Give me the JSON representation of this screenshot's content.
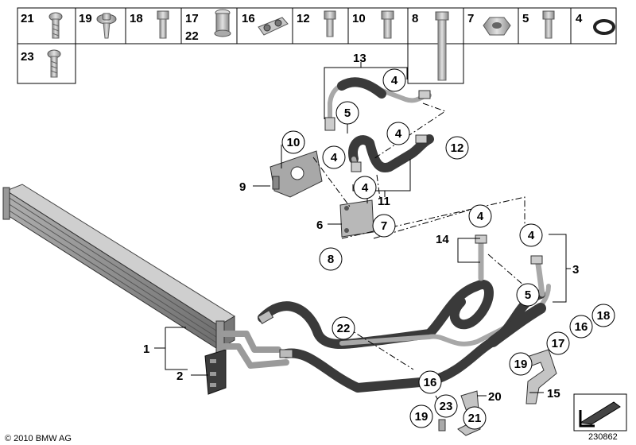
{
  "parts_table": {
    "row1": [
      {
        "labels": [
          "21"
        ],
        "icon": "torx-screw-icon"
      },
      {
        "labels": [
          "19"
        ],
        "icon": "flange-screw-icon"
      },
      {
        "labels": [
          "18"
        ],
        "icon": "hex-bolt-icon"
      },
      {
        "labels": [
          "17",
          "22"
        ],
        "icon": "rivet-nut-icon"
      },
      {
        "labels": [
          "16"
        ],
        "icon": "hose-clip-icon"
      },
      {
        "labels": [
          "12"
        ],
        "icon": "hex-bolt-icon"
      },
      {
        "labels": [
          "10"
        ],
        "icon": "hex-bolt-icon"
      },
      {
        "labels": [
          "8"
        ],
        "icon": "long-bolt-icon"
      },
      {
        "labels": [
          "7"
        ],
        "icon": "hex-nut-icon"
      },
      {
        "labels": [
          "5"
        ],
        "icon": "hex-bolt-icon"
      },
      {
        "labels": [
          "4"
        ],
        "icon": "o-ring-icon"
      }
    ],
    "row2": [
      {
        "labels": [
          "23"
        ],
        "icon": "torx-screw-icon"
      }
    ]
  },
  "callouts": {
    "c1": "1",
    "c2": "2",
    "c3": "3",
    "c4a": "4",
    "c4b": "4",
    "c4c": "4",
    "c4d": "4",
    "c4e": "4",
    "c4f": "4",
    "c5a": "5",
    "c5b": "5",
    "c6": "6",
    "c7": "7",
    "c8": "8",
    "c9": "9",
    "c10": "10",
    "c11": "11",
    "c12": "12",
    "c13": "13",
    "c14": "14",
    "c15": "15",
    "c16a": "16",
    "c16b": "16",
    "c17": "17",
    "c18": "18",
    "c19a": "19",
    "c19b": "19",
    "c20": "20",
    "c21": "21",
    "c22": "22",
    "c23": "23"
  },
  "footer": {
    "copyright": "© 2010 BMW AG",
    "diagram_number": "230862"
  },
  "colors": {
    "hose": "#3a3a3a",
    "metal_pipe": "#a9a9a9",
    "part_gray": "#b4b4b4",
    "radiator": "#8e8e8e"
  }
}
